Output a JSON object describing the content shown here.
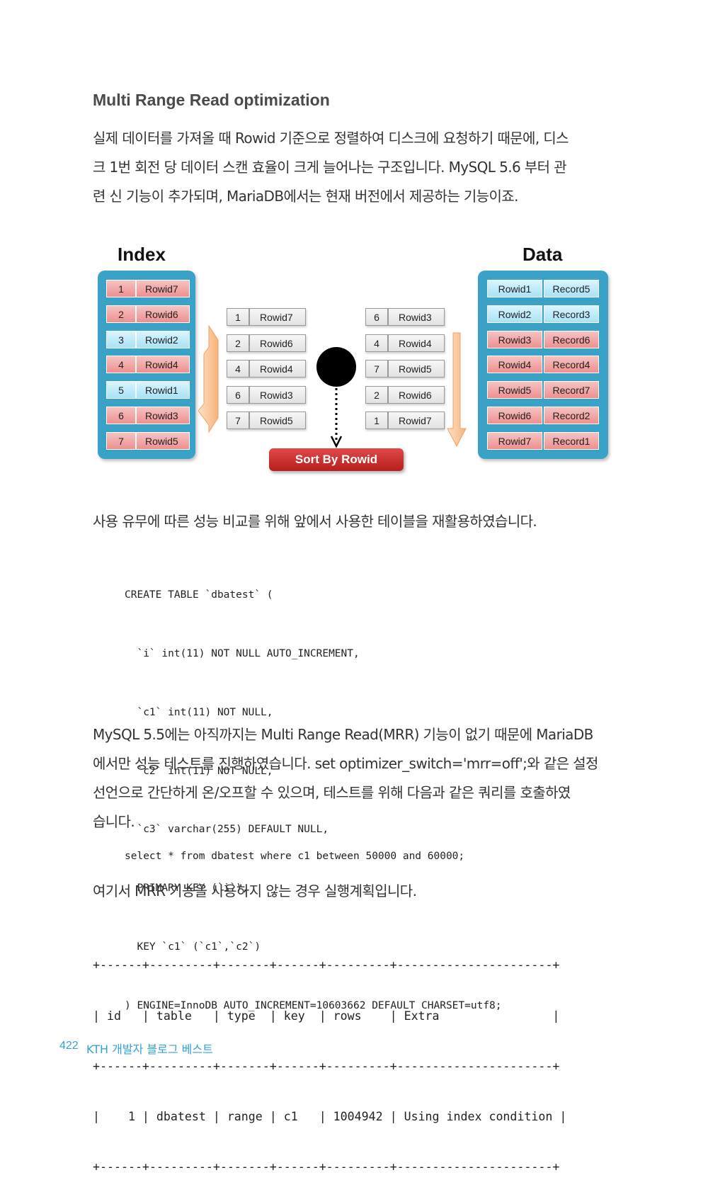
{
  "heading": "Multi Range Read optimization",
  "para1": [
    "실제 데이터를 가져올 때 Rowid 기준으로 정렬하여 디스크에 요청하기 때문에, 디스",
    "크 1번 회전 당 데이터 스캔 효율이 크게 늘어나는 구조입니다. MySQL 5.6 부터 관",
    "련 신 기능이 추가되며, MariaDB에서는 현재 버전에서 제공하는 기능이죠."
  ],
  "diagram": {
    "index_label": "Index",
    "data_label": "Data",
    "sort_label": "Sort By Rowid",
    "index_rows": [
      {
        "num": "1",
        "val": "Rowid7",
        "color": "#ee8f8f"
      },
      {
        "num": "2",
        "val": "Rowid6",
        "color": "#ee8f8f"
      },
      {
        "num": "3",
        "val": "Rowid2",
        "color": "#a8e2f6"
      },
      {
        "num": "4",
        "val": "Rowid4",
        "color": "#ee8f8f"
      },
      {
        "num": "5",
        "val": "Rowid1",
        "color": "#a8e2f6"
      },
      {
        "num": "6",
        "val": "Rowid3",
        "color": "#ee8f8f"
      },
      {
        "num": "7",
        "val": "Rowid5",
        "color": "#ee8f8f"
      }
    ],
    "mid_left": [
      {
        "num": "1",
        "val": "Rowid7"
      },
      {
        "num": "2",
        "val": "Rowid6"
      },
      {
        "num": "4",
        "val": "Rowid4"
      },
      {
        "num": "6",
        "val": "Rowid3"
      },
      {
        "num": "7",
        "val": "Rowid5"
      }
    ],
    "mid_right": [
      {
        "num": "6",
        "val": "Rowid3"
      },
      {
        "num": "4",
        "val": "Rowid4"
      },
      {
        "num": "7",
        "val": "Rowid5"
      },
      {
        "num": "2",
        "val": "Rowid6"
      },
      {
        "num": "1",
        "val": "Rowid7"
      }
    ],
    "data_rows": [
      {
        "rowid": "Rowid1",
        "record": "Record5",
        "color": "#a8e2f6"
      },
      {
        "rowid": "Rowid2",
        "record": "Record3",
        "color": "#a8e2f6"
      },
      {
        "rowid": "Rowid3",
        "record": "Record6",
        "color": "#ee8f8f"
      },
      {
        "rowid": "Rowid4",
        "record": "Record4",
        "color": "#ee8f8f"
      },
      {
        "rowid": "Rowid5",
        "record": "Record7",
        "color": "#ee8f8f"
      },
      {
        "rowid": "Rowid6",
        "record": "Record2",
        "color": "#ee8f8f"
      },
      {
        "rowid": "Rowid7",
        "record": "Record1",
        "color": "#ee8f8f"
      }
    ]
  },
  "para2": "사용 유무에 따른 성능 비교를 위해 앞에서 사용한 테이블을 재활용하였습니다.",
  "code1": [
    "CREATE TABLE `dbatest` (",
    "  `i` int(11) NOT NULL AUTO_INCREMENT,",
    "  `c1` int(11) NOT NULL,",
    "  `c2` int(11) NOT NULL,",
    "  `c3` varchar(255) DEFAULT NULL,",
    "  PRIMARY KEY (`i`),",
    "  KEY `c1` (`c1`,`c2`)",
    ") ENGINE=InnoDB AUTO_INCREMENT=10603662 DEFAULT CHARSET=utf8;"
  ],
  "para3": [
    "MySQL 5.5에는 아직까지는 Multi Range Read(MRR) 기능이 없기 때문에 MariaDB",
    "에서만 성능 테스트를 진행하였습니다. set optimizer_switch='mrr=off';와 같은 설정",
    "선언으로 간단하게 온/오프할 수 있으며, 테스트를 위해 다음과 같은 쿼리를 호출하였",
    "습니다."
  ],
  "code2": "select * from dbatest where c1 between 50000 and 60000;",
  "para4": "여기서 MRR 기능을 사용하지 않는 경우 실행계획입니다.",
  "explain": [
    "+------+---------+-------+------+---------+----------------------+",
    "| id   | table   | type  | key  | rows    | Extra                |",
    "+------+---------+-------+------+---------+----------------------+",
    "|    1 | dbatest | range | c1   | 1004942 | Using index condition |",
    "+------+---------+-------+------+---------+----------------------+"
  ],
  "footer": {
    "page_number": "422",
    "book_title": "KTH 개발자 블로그 베스트"
  }
}
